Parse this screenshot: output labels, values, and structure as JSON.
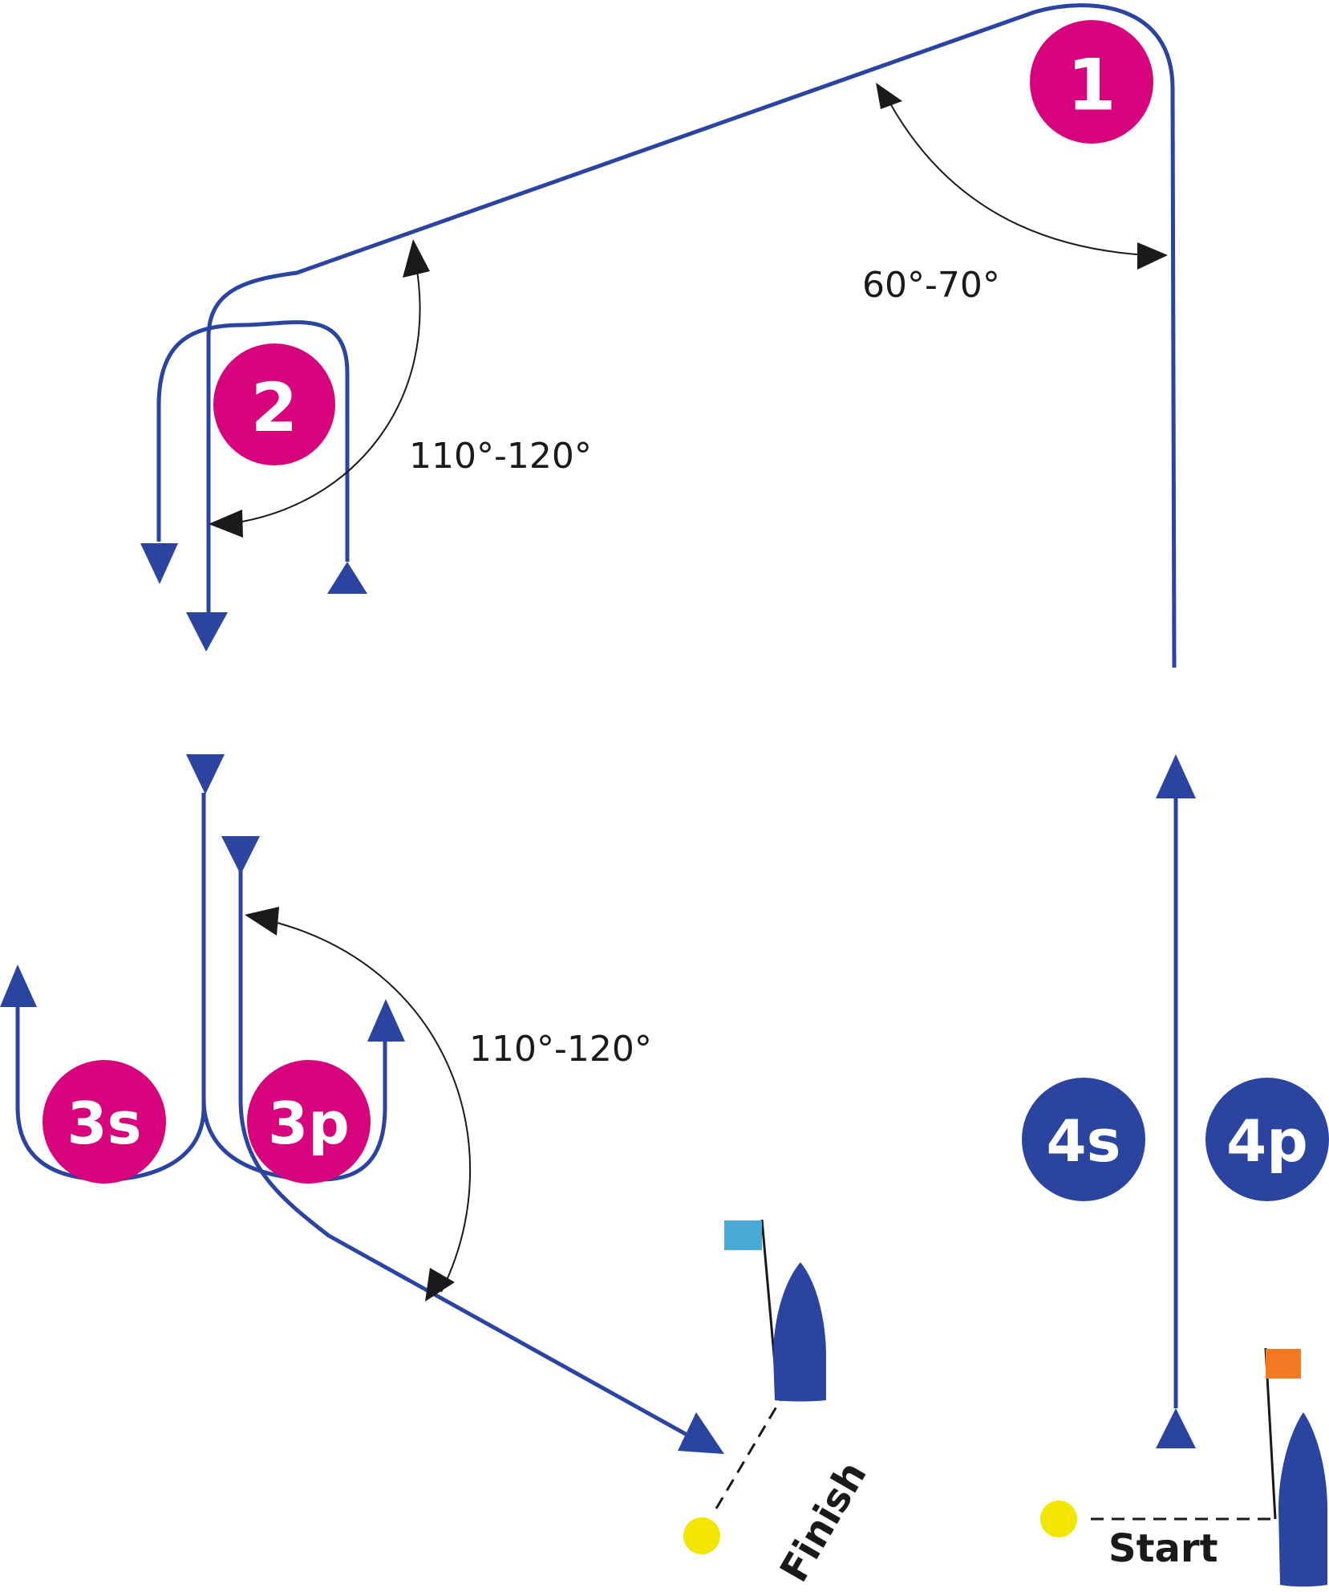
{
  "colors": {
    "course": "#2a44a0",
    "mark_pink": "#d6037d",
    "mark_blue": "#2a44a0",
    "boat": "#2a44a0",
    "flag_finish": "#49aad6",
    "flag_start": "#f27a24",
    "buoy": "#f2e500",
    "text": "#1a1a1a"
  },
  "marks": {
    "m1": "1",
    "m2": "2",
    "m3s": "3s",
    "m3p": "3p",
    "m4s": "4s",
    "m4p": "4p"
  },
  "angles": {
    "a1": "60°-70°",
    "a2": "110°-120°",
    "a3": "110°-120°"
  },
  "lines": {
    "finish": "Finish",
    "start": "Start"
  }
}
